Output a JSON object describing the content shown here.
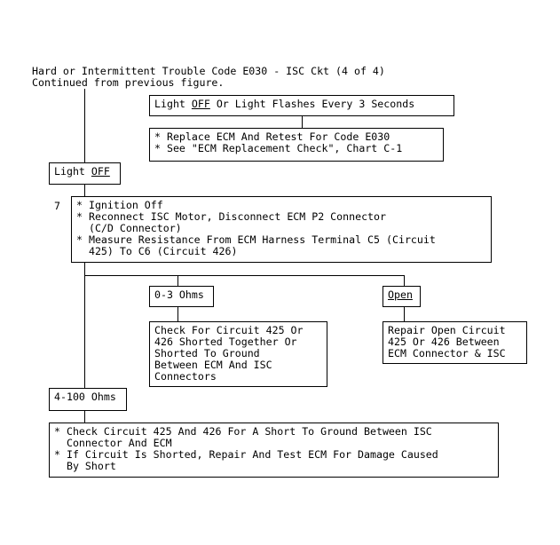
{
  "header": {
    "line1": "Hard or Intermittent Trouble Code E030 - ISC Ckt (4 of 4)",
    "line2": "Continued from previous figure."
  },
  "light_off_or_flashes": {
    "before": "Light ",
    "underlined": "OFF",
    "after": " Or Light Flashes Every 3 Seconds"
  },
  "replace_ecm": {
    "line1": "* Replace ECM And Retest For Code E030",
    "line2": "* See \"ECM Replacement Check\", Chart C-1"
  },
  "light_off": {
    "before": "Light ",
    "underlined": "OFF"
  },
  "step7": {
    "number": "7",
    "line1": "* Ignition Off",
    "line2": "* Reconnect ISC Motor, Disconnect ECM P2 Connector",
    "line3": "  (C/D Connector)",
    "line4": "* Measure Resistance From ECM Harness Terminal C5 (Circuit",
    "line5": "  425) To C6 (Circuit 426)"
  },
  "ohms_0_3": {
    "label": "0-3 Ohms"
  },
  "open": {
    "label": "Open"
  },
  "check_shorted": {
    "line1": "Check For Circuit 425 Or",
    "line2": "426 Shorted Together Or",
    "line3": "Shorted To Ground",
    "line4": "Between ECM And ISC",
    "line5": "Connectors"
  },
  "repair_open": {
    "line1": "Repair Open Circuit",
    "line2": "425 Or 426 Between",
    "line3": "ECM Connector & ISC"
  },
  "ohms_4_100": {
    "label": "4-100 Ohms"
  },
  "check_short_ground": {
    "line1": "* Check Circuit 425 And 426 For A Short To Ground Between ISC",
    "line2": "  Connector And ECM",
    "line3": "* If Circuit Is Shorted, Repair And Test ECM For Damage Caused",
    "line4": "  By Short"
  }
}
